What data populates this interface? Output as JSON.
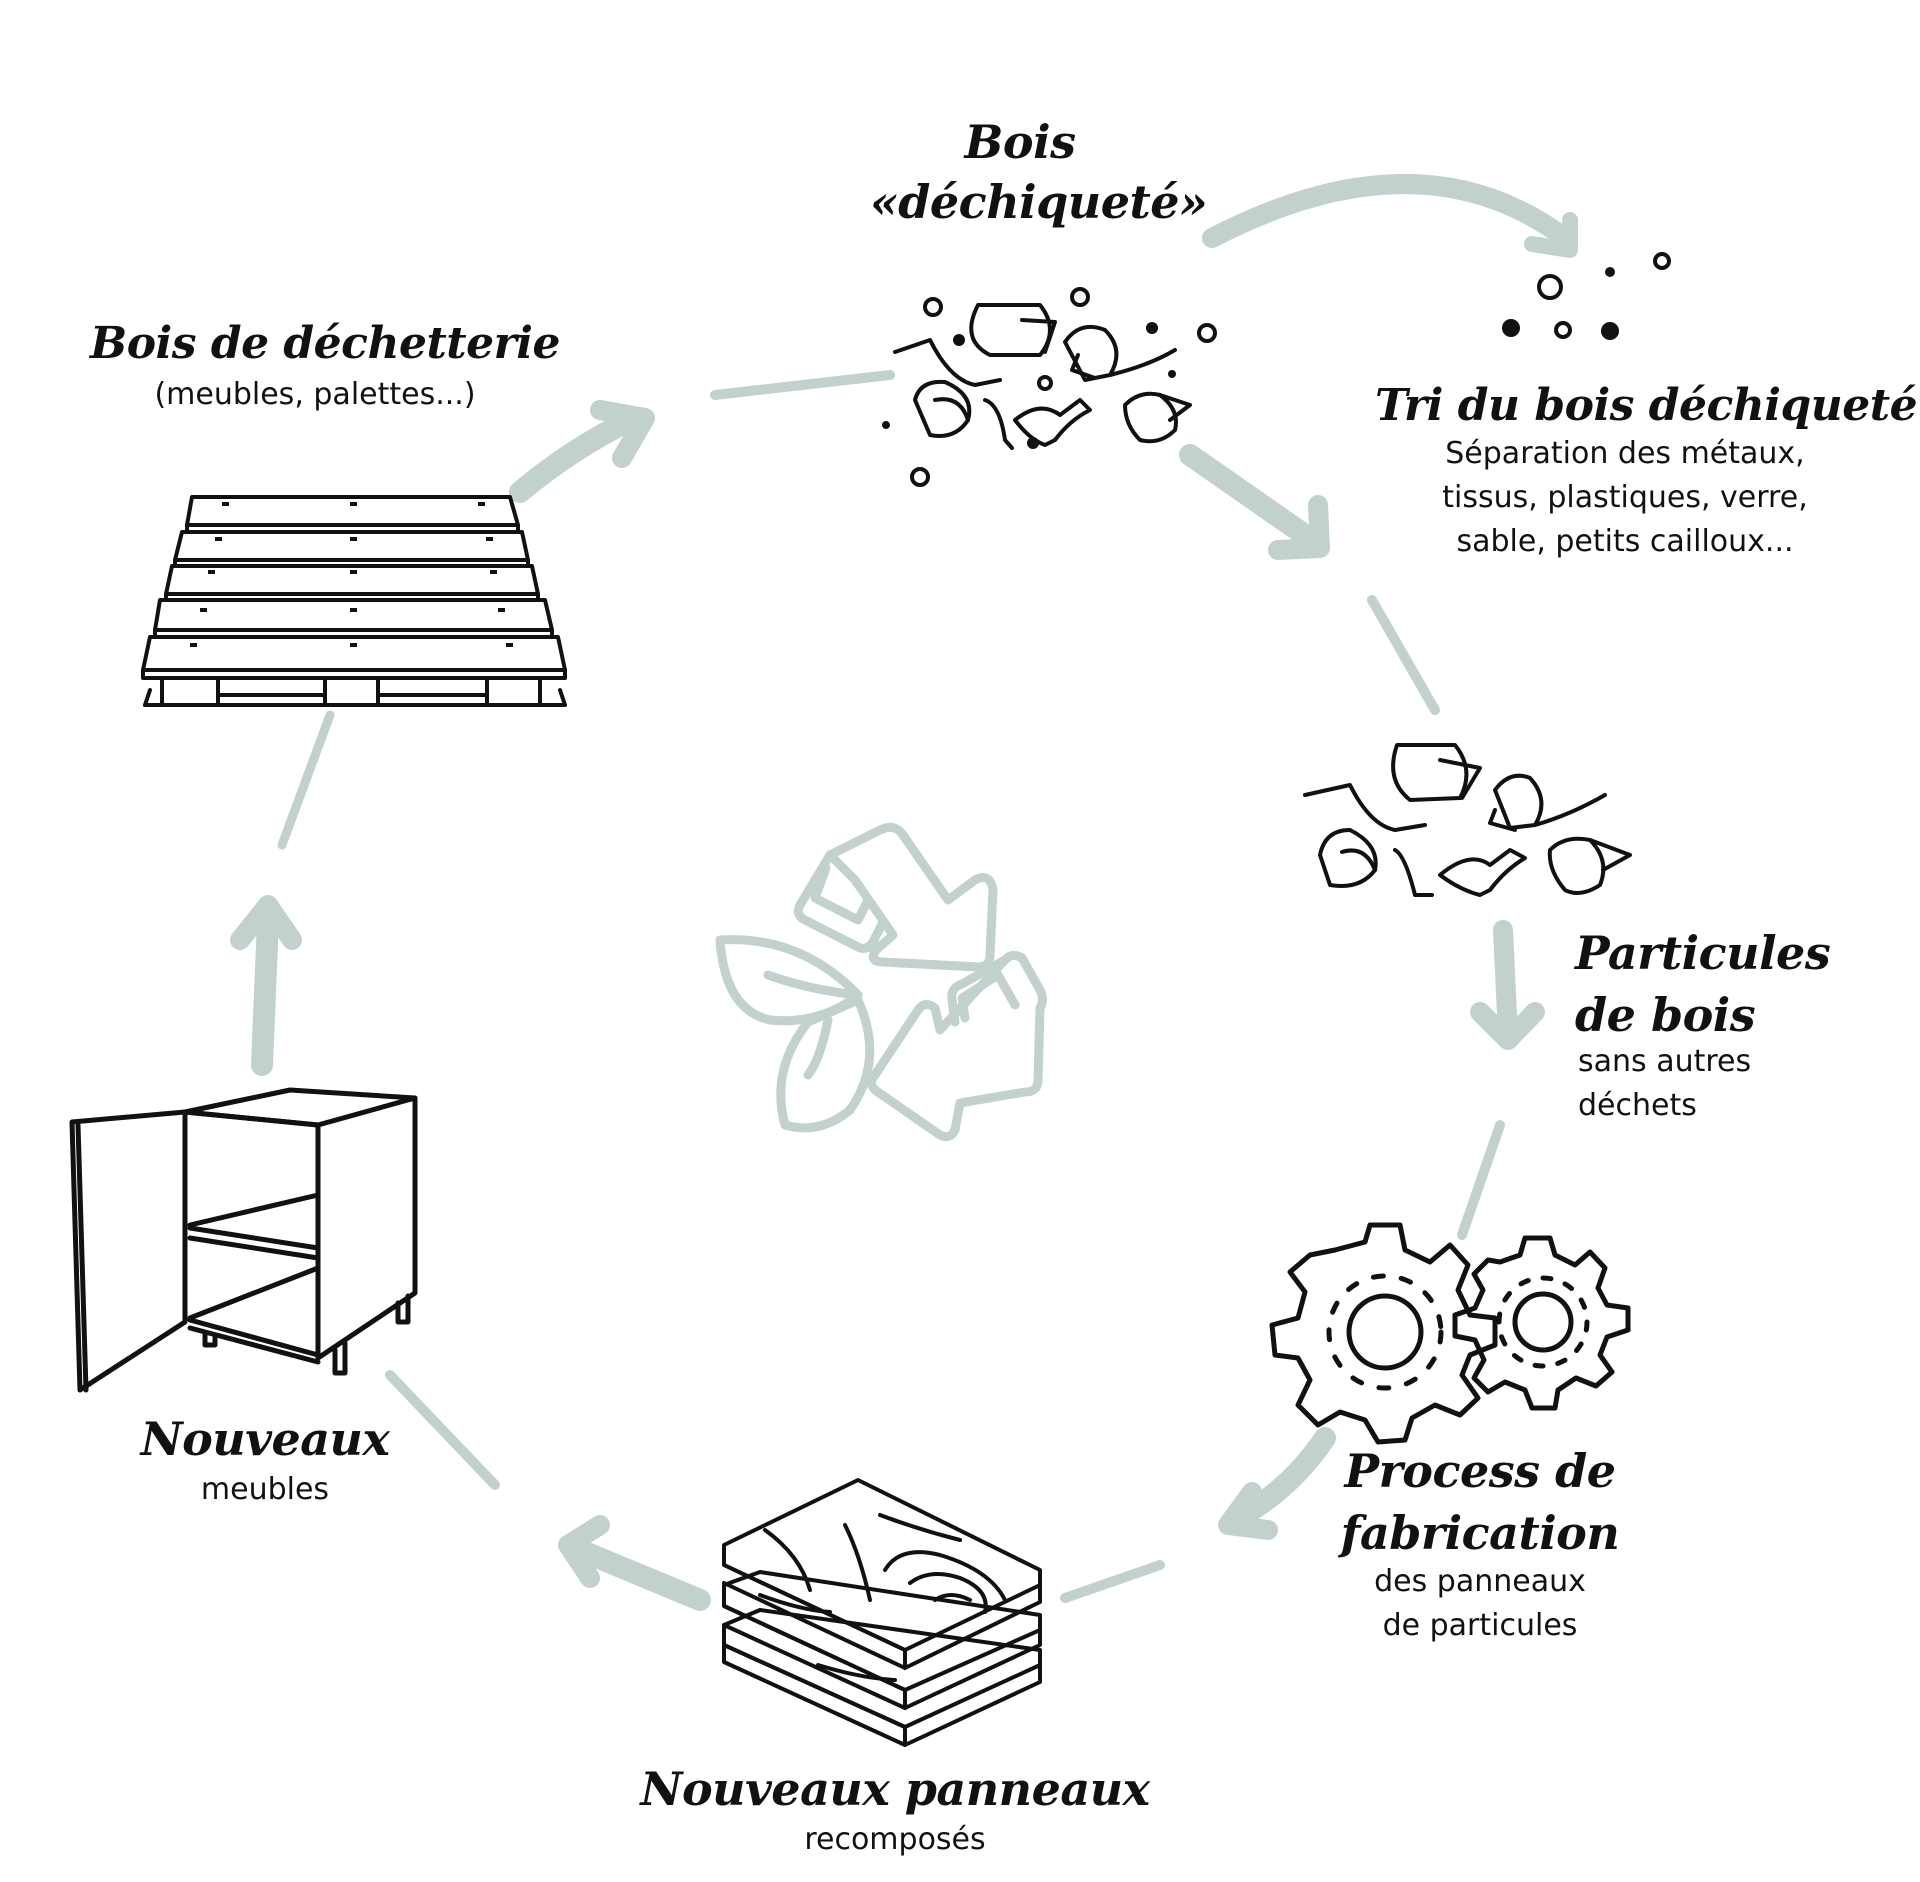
{
  "diagram": {
    "type": "recycling-cycle",
    "accent_color": "#c3d1ce",
    "ink_color": "#111111",
    "center_icon": "recycle-leaf-icon",
    "steps": [
      {
        "id": "bois-dechiquete",
        "title_lines": [
          "Bois",
          "«déchiqueté»"
        ],
        "subtitle_lines": [],
        "icon": "wood-shavings-with-debris-icon"
      },
      {
        "id": "tri",
        "title_lines": [
          "Tri du bois déchiqueté"
        ],
        "subtitle_lines": [
          "Séparation des métaux,",
          "tissus, plastiques, verre,",
          "sable, petits cailloux..."
        ],
        "icon": "debris-particles-icon"
      },
      {
        "id": "particules",
        "title_lines": [
          "Particules",
          "de bois"
        ],
        "subtitle_lines": [
          "sans autres",
          "déchets"
        ],
        "icon": "wood-shavings-icon"
      },
      {
        "id": "process",
        "title_lines": [
          "Process de",
          "fabrication"
        ],
        "subtitle_lines": [
          "des panneaux",
          "de particules"
        ],
        "icon": "gears-icon"
      },
      {
        "id": "panneaux",
        "title_lines": [
          "Nouveaux panneaux"
        ],
        "subtitle_lines": [
          "recomposés"
        ],
        "icon": "stacked-panels-icon"
      },
      {
        "id": "meubles",
        "title_lines": [
          "Nouveaux"
        ],
        "subtitle_lines": [
          "meubles"
        ],
        "icon": "cabinet-icon"
      },
      {
        "id": "dechetterie",
        "title_lines": [
          "Bois de déchetterie"
        ],
        "subtitle_lines": [
          "(meubles, palettes...)"
        ],
        "icon": "pallet-icon"
      }
    ],
    "flow": [
      [
        "dechetterie",
        "bois-dechiquete"
      ],
      [
        "bois-dechiquete",
        "tri"
      ],
      [
        "tri",
        "particules"
      ],
      [
        "particules",
        "process"
      ],
      [
        "process",
        "panneaux"
      ],
      [
        "panneaux",
        "meubles"
      ],
      [
        "meubles",
        "dechetterie"
      ]
    ]
  }
}
